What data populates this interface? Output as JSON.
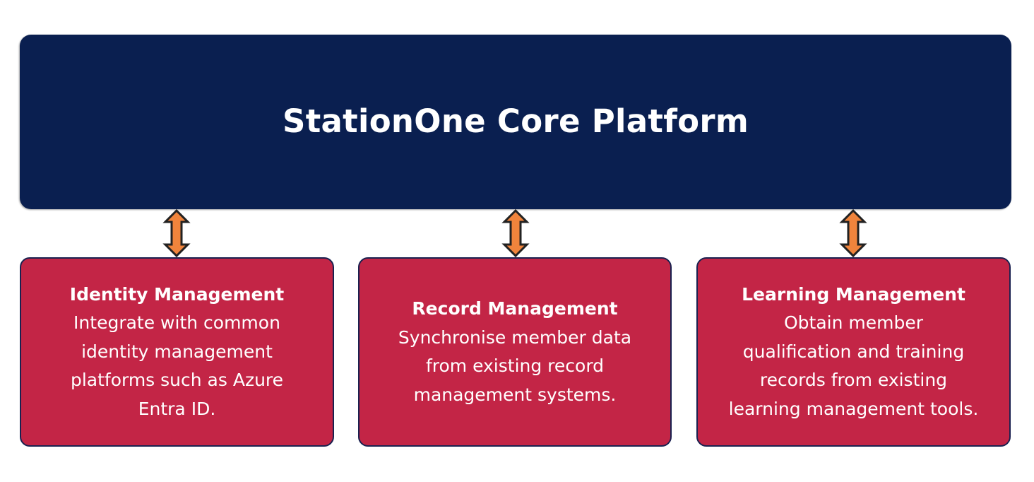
{
  "core": {
    "title": "StationOne Core Platform",
    "color": "#0a1f50"
  },
  "connector": {
    "icon": "double-arrow-vertical-icon",
    "fill": "#f0843c",
    "stroke": "#222222"
  },
  "modules": [
    {
      "title": "Identity Management",
      "description": "Integrate with common\nidentity management\nplatforms such as Azure\nEntra ID."
    },
    {
      "title": "Record Management",
      "description": "Synchronise member data\nfrom existing record\nmanagement systems."
    },
    {
      "title": "Learning Management",
      "description": "Obtain member\nqualification and training\nrecords from existing\nlearning management tools."
    }
  ],
  "module_color": "#c32546"
}
